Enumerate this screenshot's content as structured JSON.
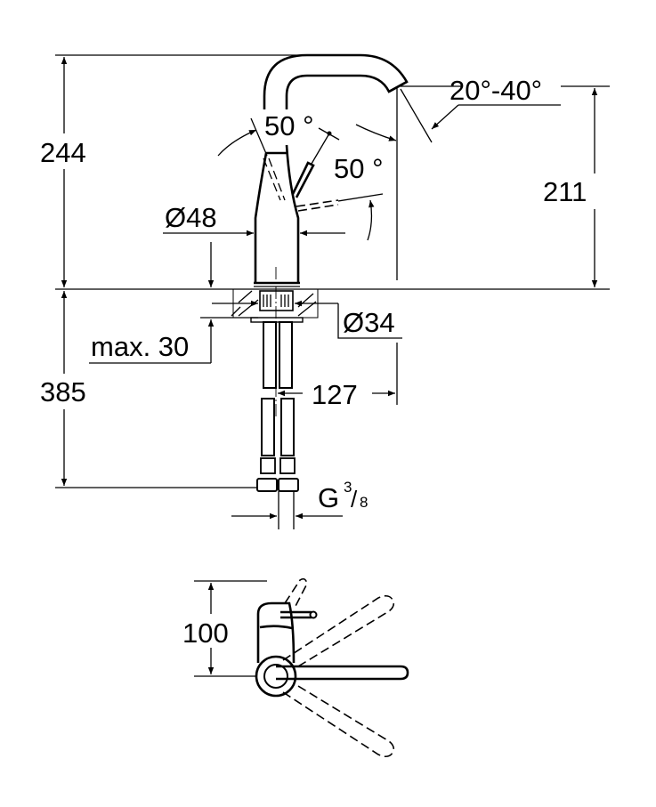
{
  "drawing": {
    "side_view": {
      "total_height": "244",
      "spout_height": "211",
      "spout_swivel_angle": "20°-40°",
      "handle_angle_top": "50 °",
      "handle_angle_side": "50 °",
      "body_diameter": "Ø48",
      "hole_diameter": "Ø34",
      "max_thickness": "max. 30",
      "hose_length": "385",
      "spout_projection": "127",
      "connection_letter": "G",
      "connection_num": "3",
      "connection_den": "8"
    },
    "plan_view": {
      "depth": "100"
    }
  }
}
